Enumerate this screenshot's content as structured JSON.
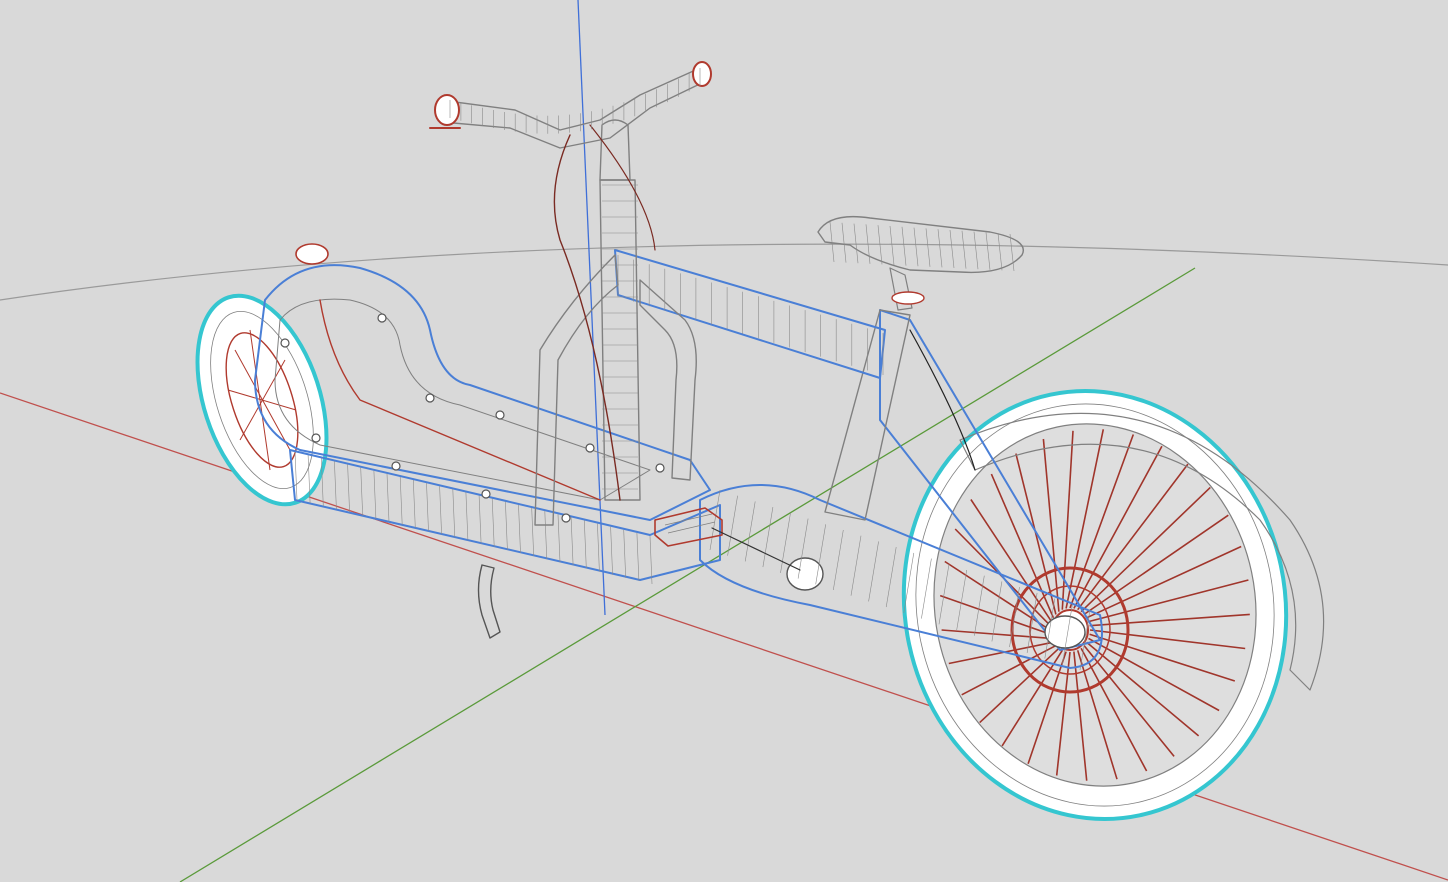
{
  "viewport": {
    "background": "#d9d9d9",
    "axis_x_color": "#c0504d",
    "axis_y_color": "#5a9a3a",
    "axis_z_color": "#3f6fd8",
    "ground_circle_color": "#9a9a9a",
    "wire_color": "#808080",
    "edge_red_color": "#b03a2e",
    "edge_blue_color": "#4a7fd6",
    "edge_cyan_color": "#35c6d0",
    "surface_color": "#ffffff"
  },
  "model": {
    "view_mode": "wireframe-on-shaded",
    "parts": [
      "front-wheel",
      "rear-wheel",
      "cargo-deck",
      "frame",
      "handlebar",
      "saddle",
      "kickstand",
      "pedal",
      "disc-brake"
    ]
  }
}
